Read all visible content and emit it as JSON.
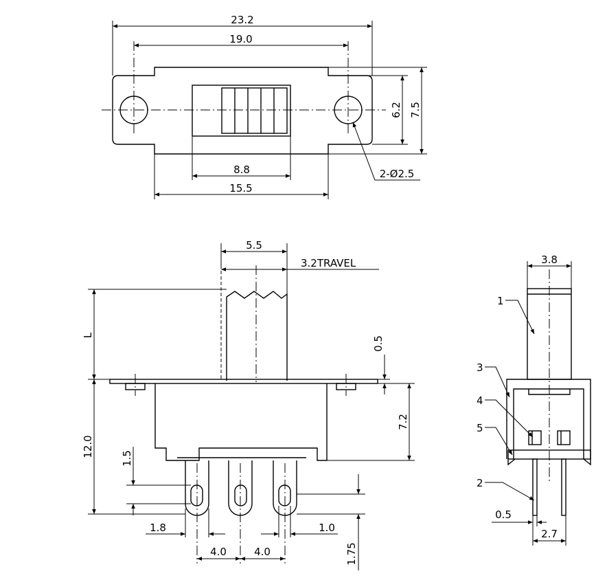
{
  "top_view": {
    "dim_overall_length": "23.2",
    "dim_mount_hole_spacing": "19.0",
    "dim_actuator_window": "8.8",
    "dim_housing_length": "15.5",
    "dim_housing_width": "6.2",
    "dim_flange_width": "7.5",
    "mount_hole_callout": "2-Ø2.5"
  },
  "front_view": {
    "dim_actuator_width": "5.5",
    "travel_note": "3.2TRAVEL",
    "dim_actuator_height": "L",
    "dim_flange_thickness": "0.5",
    "dim_housing_height": "7.2",
    "dim_overall_height": "12.0",
    "dim_slot_offset": "1.5",
    "dim_terminal_width": "1.8",
    "dim_slot_width": "1.0",
    "dim_pitch_left": "4.0",
    "dim_pitch_right": "4.0",
    "dim_slot_height": "1.75"
  },
  "side_view": {
    "dim_actuator_thickness": "3.8",
    "dim_terminal_thickness": "0.5",
    "dim_terminal_row_spacing": "2.7",
    "part_labels": [
      "1",
      "2",
      "3",
      "4",
      "5"
    ]
  }
}
